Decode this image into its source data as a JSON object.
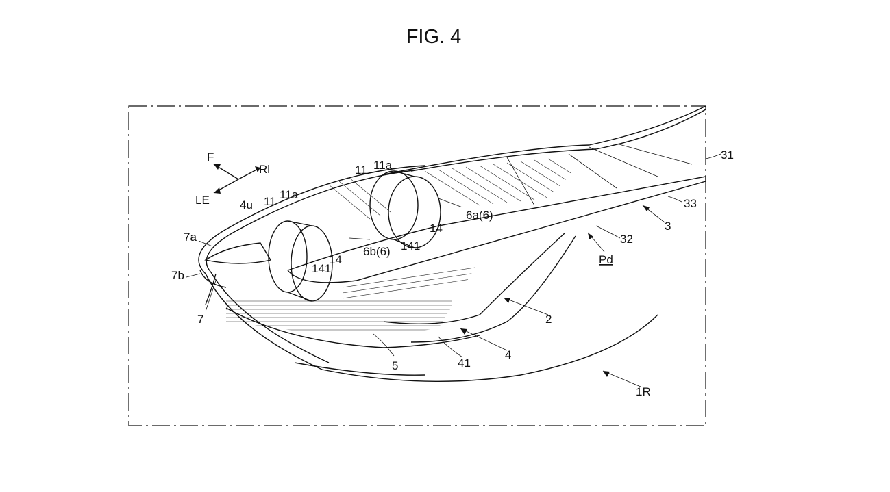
{
  "figure": {
    "title": "FIG. 4"
  },
  "labels": {
    "F": "F",
    "Rl": "Rl",
    "LE": "LE",
    "4u": "4u",
    "11_left": "11",
    "11a_left": "11a",
    "11_right": "11",
    "11a_right": "11a",
    "7a": "7a",
    "7b": "7b",
    "7": "7",
    "14_left": "14",
    "141_left": "141",
    "6b6": "6b(6)",
    "14_right": "14",
    "141_right": "141",
    "6a6": "6a(6)",
    "31": "31",
    "33": "33",
    "3": "3",
    "32": "32",
    "Pd": "Pd",
    "2": "2",
    "4": "4",
    "41": "41",
    "5": "5",
    "1R": "1R"
  }
}
